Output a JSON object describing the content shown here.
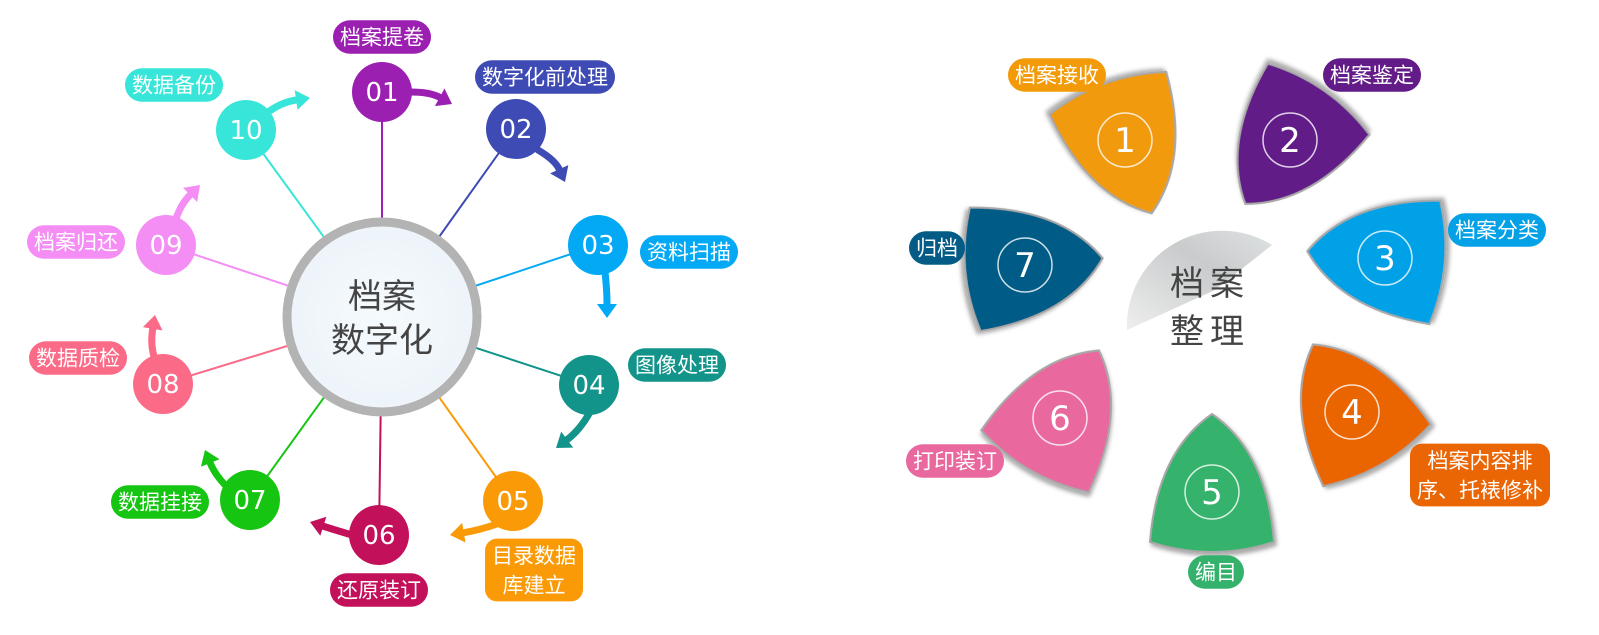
{
  "left_diagram": {
    "center_lines": [
      "档案",
      "数字化"
    ],
    "steps": [
      {
        "num": "01",
        "label": [
          "档案提卷"
        ],
        "color": "#9b1fb0"
      },
      {
        "num": "02",
        "label": [
          "数字化前处理"
        ],
        "color": "#3f4bb4"
      },
      {
        "num": "03",
        "label": [
          "资料扫描"
        ],
        "color": "#03a9f4"
      },
      {
        "num": "04",
        "label": [
          "图像处理"
        ],
        "color": "#12948a"
      },
      {
        "num": "05",
        "label": [
          "目录数据",
          "库建立"
        ],
        "color": "#fa9a07"
      },
      {
        "num": "06",
        "label": [
          "还原装订"
        ],
        "color": "#c3105a"
      },
      {
        "num": "07",
        "label": [
          "数据挂接"
        ],
        "color": "#16c512"
      },
      {
        "num": "08",
        "label": [
          "数据质检"
        ],
        "color": "#fb6b87"
      },
      {
        "num": "09",
        "label": [
          "档案归还"
        ],
        "color": "#f48ef5"
      },
      {
        "num": "10",
        "label": [
          "数据备份"
        ],
        "color": "#37e6d8"
      }
    ]
  },
  "right_diagram": {
    "center_lines": [
      "档案",
      "整理"
    ],
    "steps": [
      {
        "num": "1",
        "label": [
          "档案接收"
        ],
        "color": "#f29a07"
      },
      {
        "num": "2",
        "label": [
          "档案鉴定"
        ],
        "color": "#621b87"
      },
      {
        "num": "3",
        "label": [
          "档案分类"
        ],
        "color": "#04a1e6"
      },
      {
        "num": "4",
        "label": [
          "档案内容排",
          "序、托裱修补"
        ],
        "color": "#ea6503"
      },
      {
        "num": "5",
        "label": [
          "编目"
        ],
        "color": "#34b26c"
      },
      {
        "num": "6",
        "label": [
          "打印装订"
        ],
        "color": "#e9689e"
      },
      {
        "num": "7",
        "label": [
          "归档"
        ],
        "color": "#045c86"
      }
    ]
  }
}
